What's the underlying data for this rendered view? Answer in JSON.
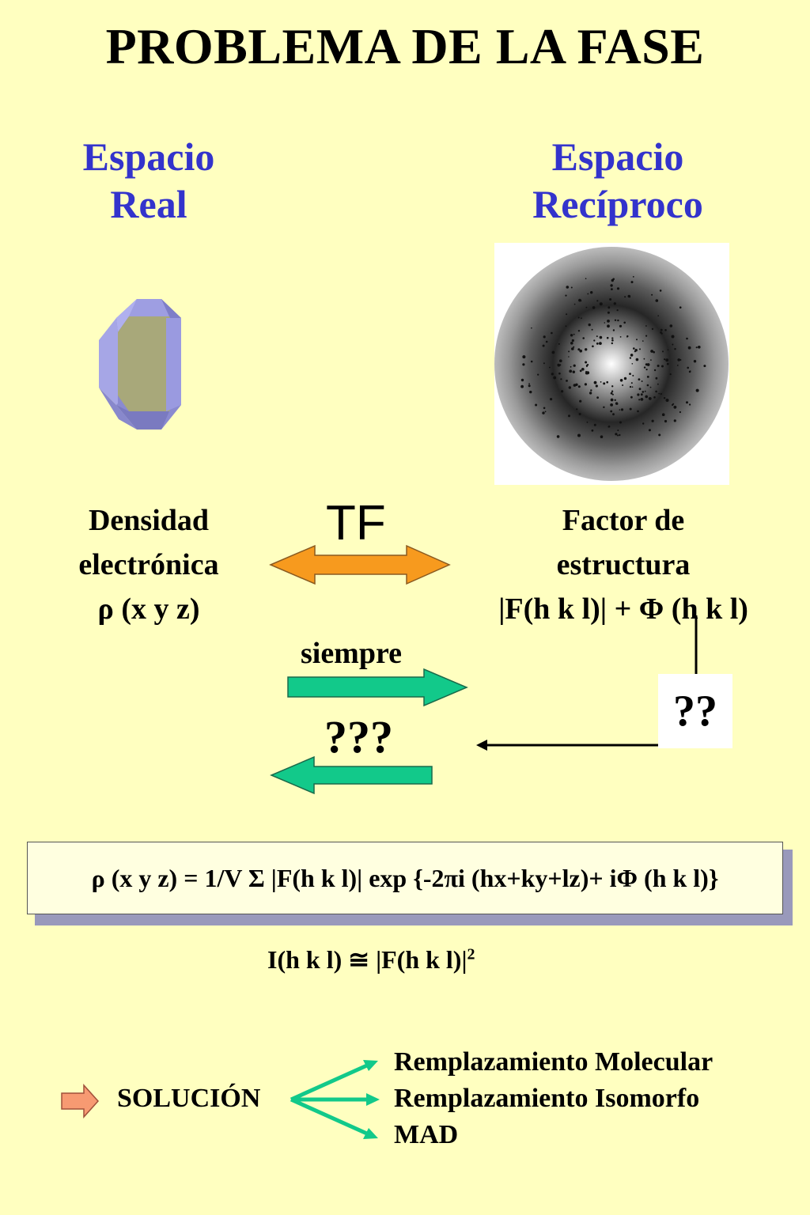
{
  "title": "PROBLEMA DE LA FASE",
  "left_heading": [
    "Espacio",
    "Real"
  ],
  "right_heading": [
    "Espacio",
    "Recíproco"
  ],
  "left_label": [
    "Densidad",
    "electrónica",
    "ρ (x y z)"
  ],
  "right_label": [
    "Factor de",
    "estructura",
    "|F(h k l)| + Φ (h k l)"
  ],
  "tf_label": "TF",
  "always_label": "siempre",
  "unknown_label": "???",
  "question_box": "??",
  "formula": "ρ (x y z) = 1/V Σ |F(h k l)| exp {-2πi (hx+ky+lz)+ iΦ (h k l)}",
  "intensity": {
    "main": "I(h k l) ≅ |F(h k l)|",
    "sup": "2"
  },
  "solution_label": "SOLUCIÓN",
  "methods": [
    "Remplazamiento Molecular",
    "Remplazamiento Isomorfo",
    "MAD"
  ],
  "icons": {
    "crystal": "crystal-icon",
    "diffraction": "diffraction-pattern-icon",
    "solution_arrow": "arrow-right-icon"
  },
  "colors": {
    "background": "#ffffc0",
    "heading": "#3333cc",
    "tf_arrow": "#f79a1e",
    "green_arrow": "#12c98a",
    "crystal_face": "#9999dd",
    "crystal_center": "#a8a87a",
    "solution_arrow": "#f79a72"
  }
}
